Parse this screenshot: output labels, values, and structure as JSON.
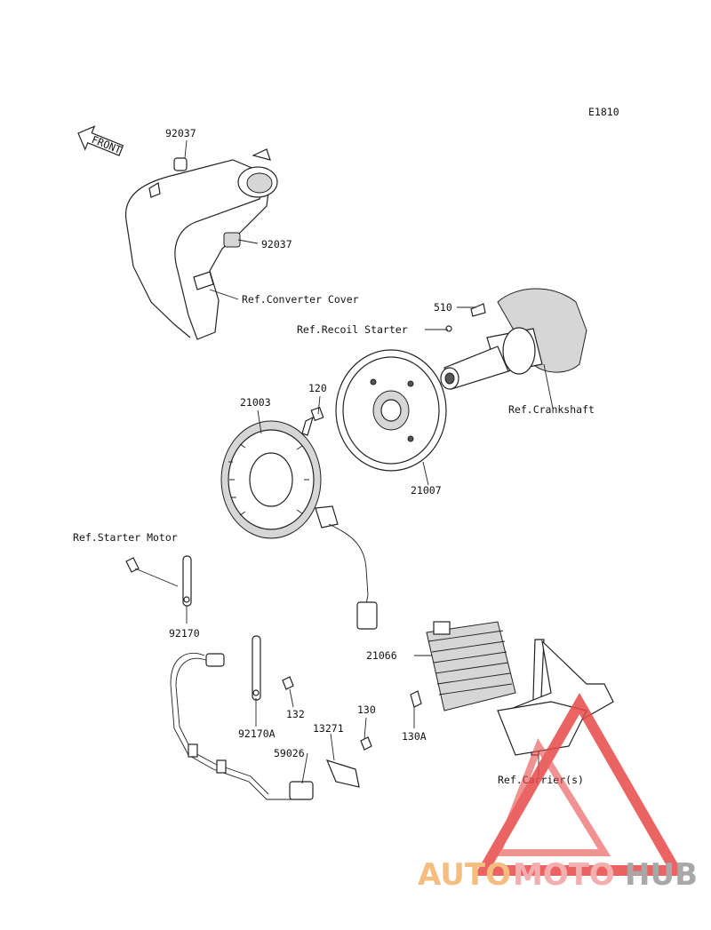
{
  "diagram_code": "E1810",
  "front_label": "FRONT",
  "labels": {
    "p92037_a": "92037",
    "p92037_b": "92037",
    "ref_converter": "Ref.Converter Cover",
    "p510": "510",
    "ref_recoil": "Ref.Recoil Starter",
    "ref_crankshaft": "Ref.Crankshaft",
    "p120": "120",
    "p21003": "21003",
    "p21007": "21007",
    "ref_starter": "Ref.Starter Motor",
    "p92170": "92170",
    "p21066": "21066",
    "p130": "130",
    "p130a": "130A",
    "p132": "132",
    "p92170a": "92170A",
    "p13271": "13271",
    "p59026": "59026",
    "ref_carrier": "Ref.Carrier(s)"
  },
  "watermark": {
    "text_a": "AUTO",
    "text_b": "MOTO",
    "text_c": "HUB",
    "color_a": "#f5b26b",
    "color_b": "#f2a2a2",
    "color_c": "#9a9a9a",
    "triangle_color": "#e84a4a"
  }
}
